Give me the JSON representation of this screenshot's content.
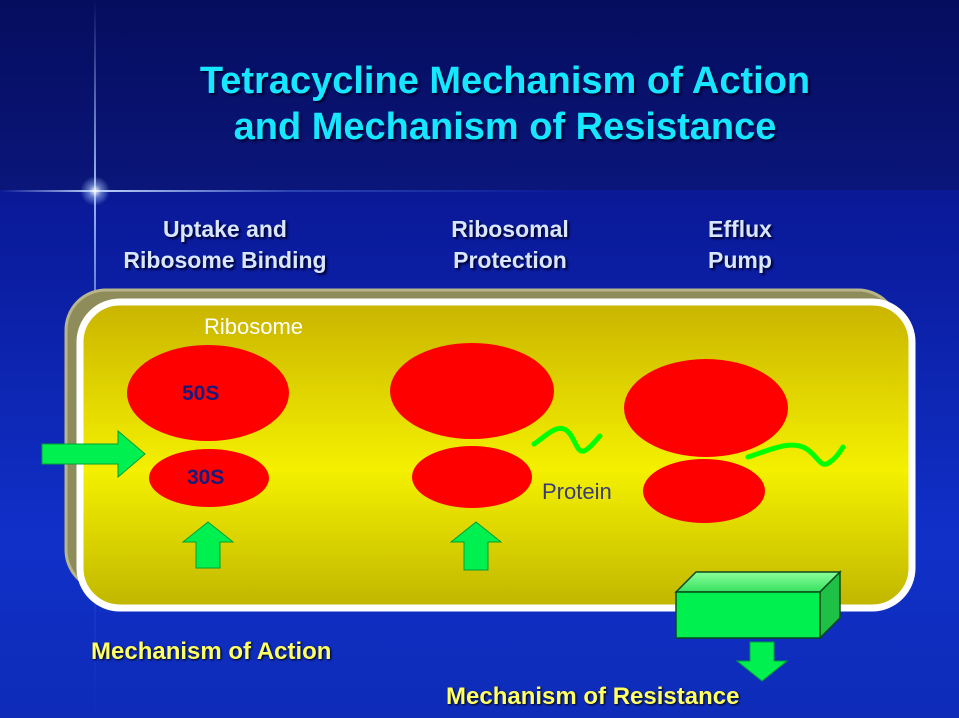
{
  "title": {
    "line1": "Tetracycline Mechanism of Action",
    "line2": "and Mechanism of Resistance"
  },
  "columns": [
    {
      "line1": "Uptake and",
      "line2": "Ribosome Binding"
    },
    {
      "line1": "Ribosomal",
      "line2": "Protection"
    },
    {
      "line1": "Efflux",
      "line2": "Pump"
    }
  ],
  "cell": {
    "ribosome_label": "Ribosome",
    "subunit_large": "50S",
    "subunit_small": "30S",
    "protein_label": "Protein"
  },
  "footer": {
    "action": "Mechanism of Action",
    "resistance": "Mechanism of Resistance"
  },
  "colors": {
    "title": "#16e6ff",
    "cell_fill": "#e8e400",
    "ribosome": "#ff0000",
    "arrow": "#00f050",
    "footer_text": "#ffff66"
  },
  "icons": [
    "right-arrow-icon",
    "up-arrow-icon",
    "down-arrow-icon",
    "efflux-pump-box",
    "protein-chain"
  ]
}
